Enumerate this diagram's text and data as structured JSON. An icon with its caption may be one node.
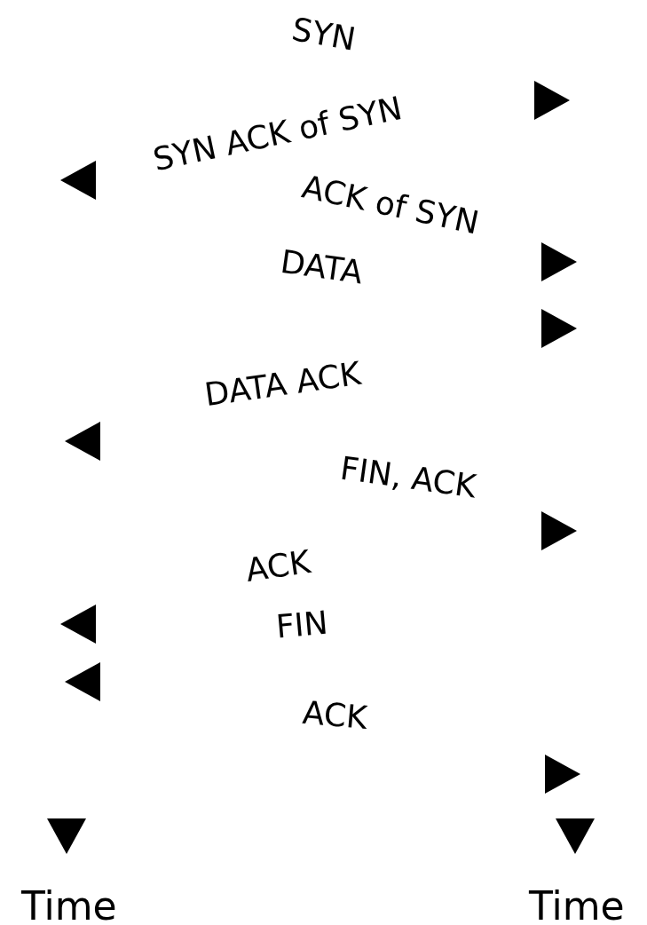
{
  "diagram": {
    "labels": [
      "SYN",
      "SYN ACK of SYN",
      "ACK of SYN",
      "DATA",
      "DATA ACK",
      "FIN, ACK",
      "ACK",
      "FIN",
      "ACK",
      "Time",
      "Time"
    ]
  }
}
